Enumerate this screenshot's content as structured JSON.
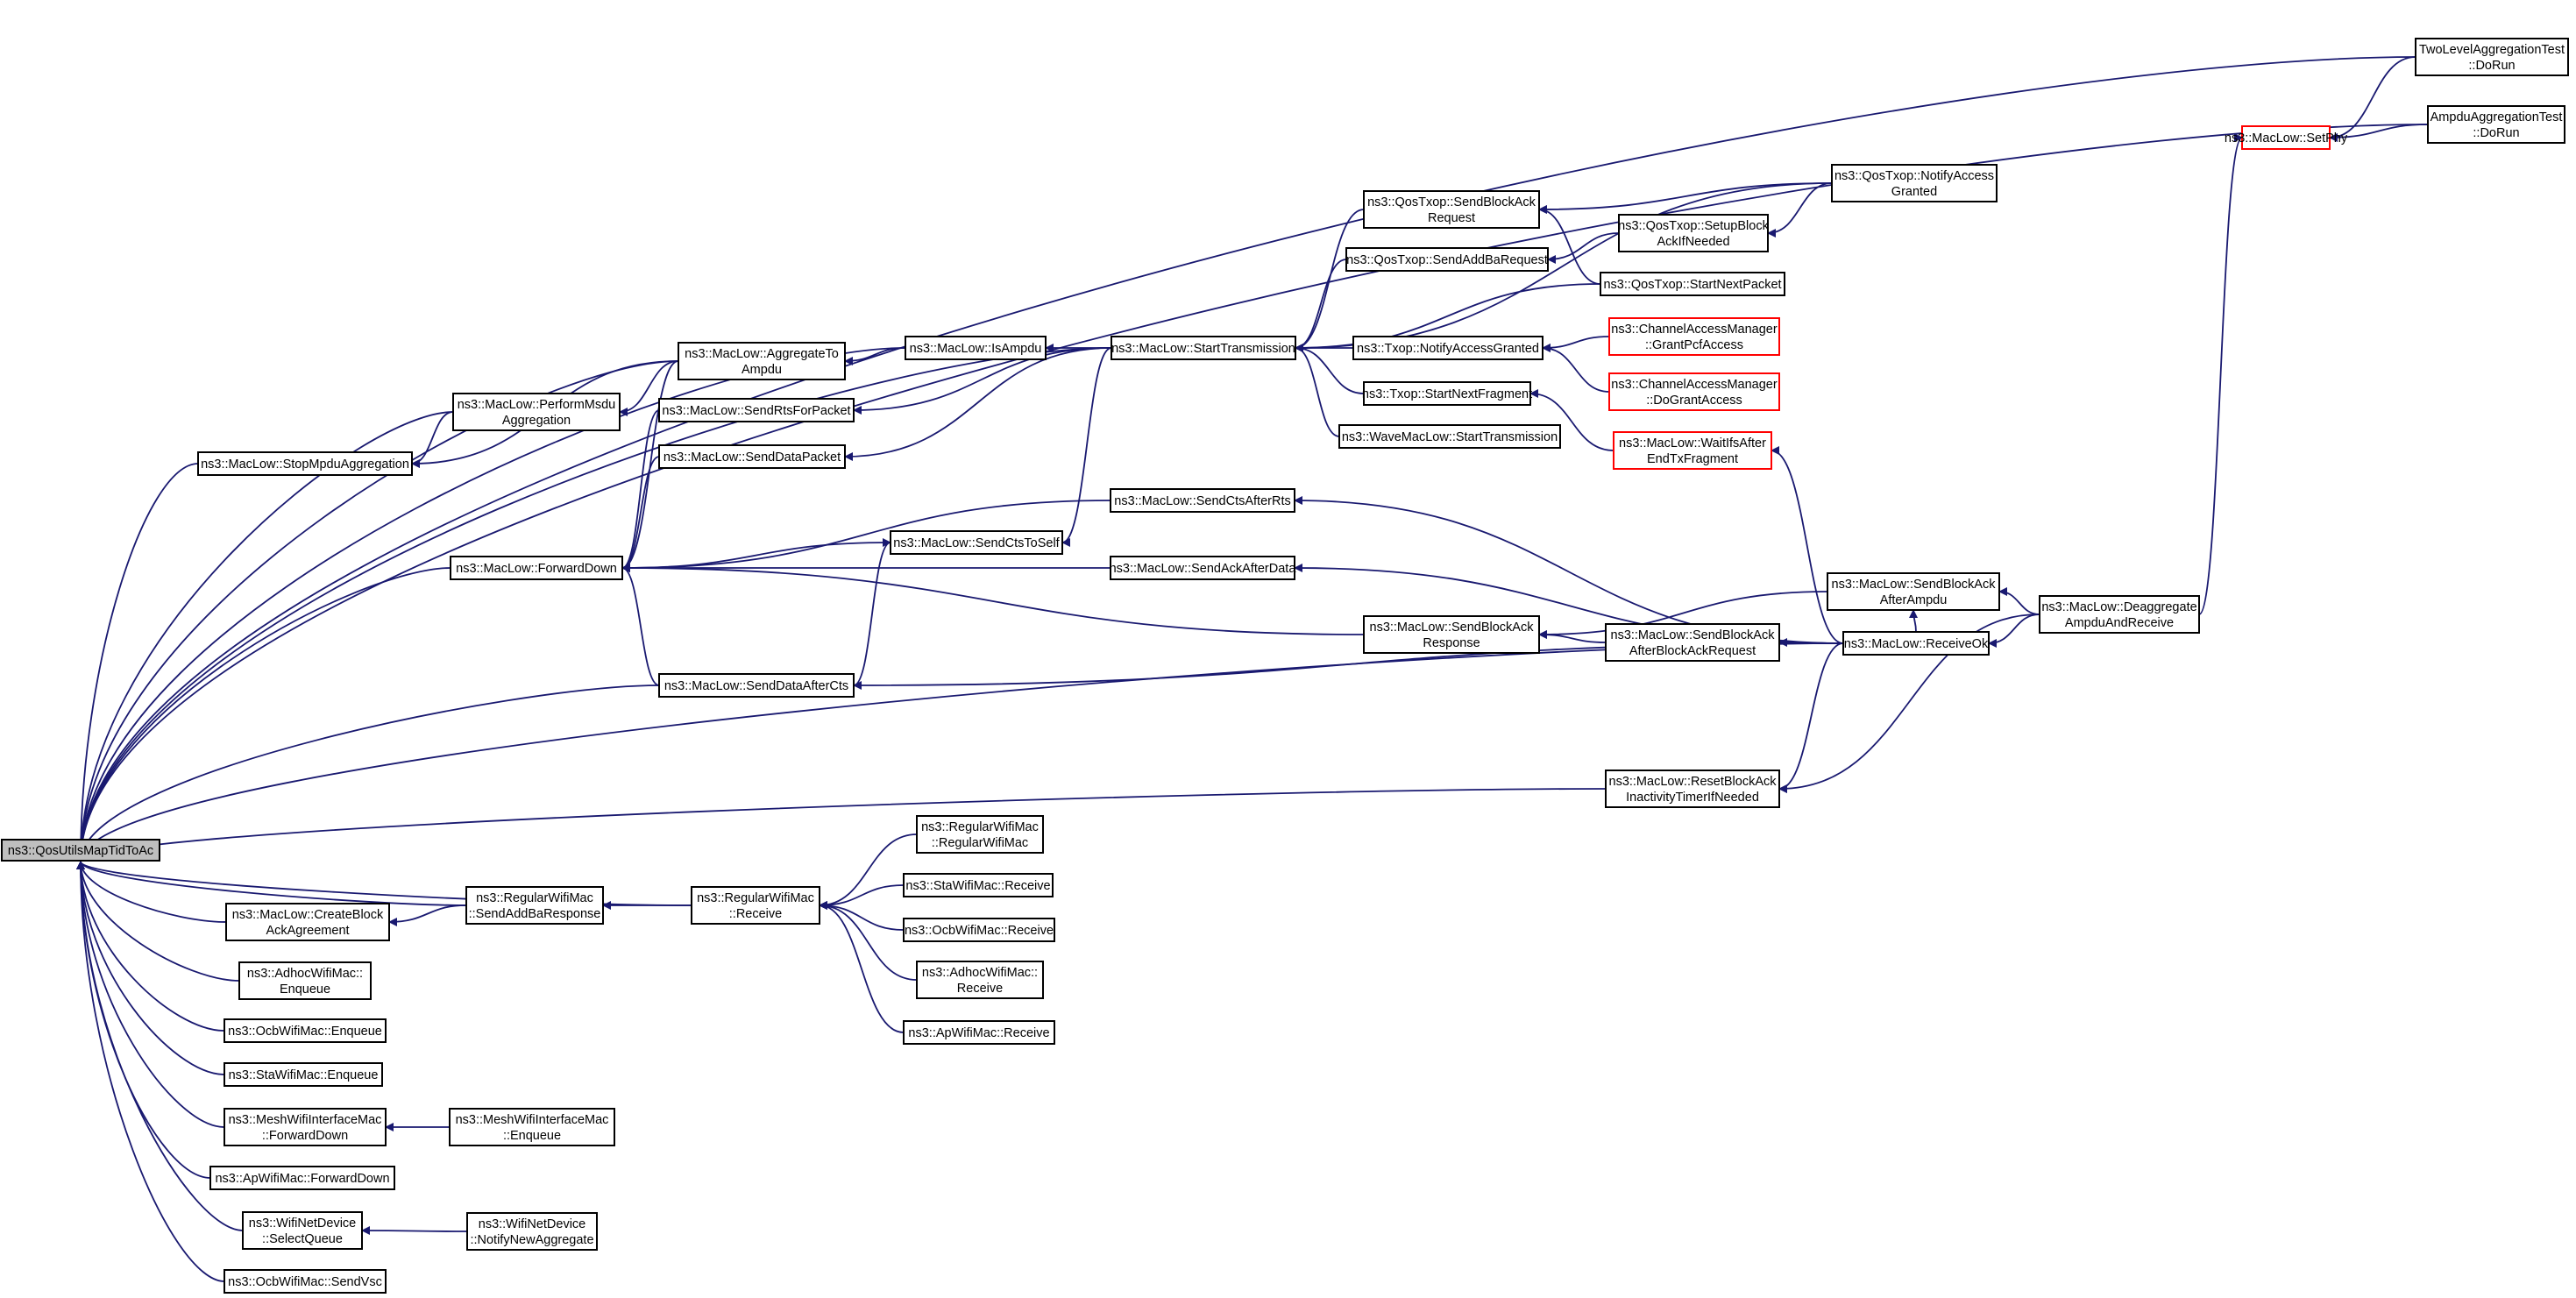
{
  "nodes": [
    {
      "id": "root",
      "lines": [
        "ns3::QosUtilsMapTidToAc"
      ],
      "style": "root"
    },
    {
      "id": "two_level",
      "lines": [
        "TwoLevelAggregationTest",
        "::DoRun"
      ]
    },
    {
      "id": "ampdu_test",
      "lines": [
        "AmpduAggregationTest",
        "::DoRun"
      ]
    },
    {
      "id": "setphy",
      "lines": [
        "ns3::MacLow::SetPhy"
      ],
      "style": "red"
    },
    {
      "id": "notify_access_granted",
      "lines": [
        "ns3::QosTxop::NotifyAccess",
        "Granted"
      ]
    },
    {
      "id": "send_block_ack_req",
      "lines": [
        "ns3::QosTxop::SendBlockAck",
        "Request"
      ]
    },
    {
      "id": "setup_block_ack",
      "lines": [
        "ns3::QosTxop::SetupBlock",
        "AckIfNeeded"
      ]
    },
    {
      "id": "send_addba_req",
      "lines": [
        "ns3::QosTxop::SendAddBaRequest"
      ]
    },
    {
      "id": "qos_start_next",
      "lines": [
        "ns3::QosTxop::StartNextPacket"
      ]
    },
    {
      "id": "aggregate_to_ampdu",
      "lines": [
        "ns3::MacLow::AggregateTo",
        "Ampdu"
      ]
    },
    {
      "id": "is_ampdu",
      "lines": [
        "ns3::MacLow::IsAmpdu"
      ]
    },
    {
      "id": "start_tx",
      "lines": [
        "ns3::MacLow::StartTransmission"
      ]
    },
    {
      "id": "txop_notify",
      "lines": [
        "ns3::Txop::NotifyAccessGranted"
      ]
    },
    {
      "id": "grant_pcf",
      "lines": [
        "ns3::ChannelAccessManager",
        "::GrantPcfAccess"
      ],
      "style": "red"
    },
    {
      "id": "perform_msdu",
      "lines": [
        "ns3::MacLow::PerformMsdu",
        "Aggregation"
      ]
    },
    {
      "id": "send_rts",
      "lines": [
        "ns3::MacLow::SendRtsForPacket"
      ]
    },
    {
      "id": "do_grant",
      "lines": [
        "ns3::ChannelAccessManager",
        "::DoGrantAccess"
      ],
      "style": "red"
    },
    {
      "id": "txop_start_next",
      "lines": [
        "ns3::Txop::StartNextFragment"
      ]
    },
    {
      "id": "stop_mpdu",
      "lines": [
        "ns3::MacLow::StopMpduAggregation"
      ]
    },
    {
      "id": "send_data_packet",
      "lines": [
        "ns3::MacLow::SendDataPacket"
      ]
    },
    {
      "id": "wave_start",
      "lines": [
        "ns3::WaveMacLow::StartTransmission"
      ]
    },
    {
      "id": "wait_ifs",
      "lines": [
        "ns3::MacLow::WaitIfsAfter",
        "EndTxFragment"
      ],
      "style": "red"
    },
    {
      "id": "send_cts_after_rts",
      "lines": [
        "ns3::MacLow::SendCtsAfterRts"
      ]
    },
    {
      "id": "send_cts_to_self",
      "lines": [
        "ns3::MacLow::SendCtsToSelf"
      ]
    },
    {
      "id": "forward_down",
      "lines": [
        "ns3::MacLow::ForwardDown"
      ]
    },
    {
      "id": "send_ack_after_data",
      "lines": [
        "ns3::MacLow::SendAckAfterData"
      ]
    },
    {
      "id": "send_block_ack_after_ampdu",
      "lines": [
        "ns3::MacLow::SendBlockAck",
        "AfterAmpdu"
      ]
    },
    {
      "id": "deaggregate",
      "lines": [
        "ns3::MacLow::Deaggregate",
        "AmpduAndReceive"
      ]
    },
    {
      "id": "send_block_ack_response",
      "lines": [
        "ns3::MacLow::SendBlockAck",
        "Response"
      ]
    },
    {
      "id": "send_block_ack_after_bar",
      "lines": [
        "ns3::MacLow::SendBlockAck",
        "AfterBlockAckRequest"
      ]
    },
    {
      "id": "receive_ok",
      "lines": [
        "ns3::MacLow::ReceiveOk"
      ]
    },
    {
      "id": "send_data_after_cts",
      "lines": [
        "ns3::MacLow::SendDataAfterCts"
      ]
    },
    {
      "id": "reset_block_ack",
      "lines": [
        "ns3::MacLow::ResetBlockAck",
        "InactivityTimerIfNeeded"
      ]
    },
    {
      "id": "regular_ctor",
      "lines": [
        "ns3::RegularWifiMac",
        "::RegularWifiMac"
      ]
    },
    {
      "id": "create_block_ack",
      "lines": [
        "ns3::MacLow::CreateBlock",
        "AckAgreement"
      ]
    },
    {
      "id": "send_addba_response",
      "lines": [
        "ns3::RegularWifiMac",
        "::SendAddBaResponse"
      ]
    },
    {
      "id": "regular_receive",
      "lines": [
        "ns3::RegularWifiMac",
        "::Receive"
      ]
    },
    {
      "id": "sta_receive",
      "lines": [
        "ns3::StaWifiMac::Receive"
      ]
    },
    {
      "id": "ocb_receive",
      "lines": [
        "ns3::OcbWifiMac::Receive"
      ]
    },
    {
      "id": "adhoc_enqueue",
      "lines": [
        "ns3::AdhocWifiMac::",
        "Enqueue"
      ]
    },
    {
      "id": "adhoc_receive",
      "lines": [
        "ns3::AdhocWifiMac::",
        "Receive"
      ]
    },
    {
      "id": "ap_receive",
      "lines": [
        "ns3::ApWifiMac::Receive"
      ]
    },
    {
      "id": "ocb_enqueue",
      "lines": [
        "ns3::OcbWifiMac::Enqueue"
      ]
    },
    {
      "id": "sta_enqueue",
      "lines": [
        "ns3::StaWifiMac::Enqueue"
      ]
    },
    {
      "id": "mesh_forward_down",
      "lines": [
        "ns3::MeshWifiInterfaceMac",
        "::ForwardDown"
      ]
    },
    {
      "id": "mesh_enqueue",
      "lines": [
        "ns3::MeshWifiInterfaceMac",
        "::Enqueue"
      ]
    },
    {
      "id": "ap_forward_down",
      "lines": [
        "ns3::ApWifiMac::ForwardDown"
      ]
    },
    {
      "id": "select_queue",
      "lines": [
        "ns3::WifiNetDevice",
        "::SelectQueue"
      ]
    },
    {
      "id": "notify_new_aggregate",
      "lines": [
        "ns3::WifiNetDevice",
        "::NotifyNewAggregate"
      ]
    },
    {
      "id": "send_vsc",
      "lines": [
        "ns3::OcbWifiMac::SendVsc"
      ]
    }
  ],
  "edges": [
    [
      "two_level",
      "root"
    ],
    [
      "ampdu_test",
      "root"
    ],
    [
      "two_level",
      "setphy"
    ],
    [
      "ampdu_test",
      "setphy"
    ],
    [
      "deaggregate",
      "setphy"
    ],
    [
      "start_tx",
      "root"
    ],
    [
      "is_ampdu",
      "root"
    ],
    [
      "aggregate_to_ampdu",
      "root"
    ],
    [
      "perform_msdu",
      "root"
    ],
    [
      "stop_mpdu",
      "root"
    ],
    [
      "forward_down",
      "root"
    ],
    [
      "send_data_after_cts",
      "root"
    ],
    [
      "receive_ok",
      "root"
    ],
    [
      "reset_block_ack",
      "root"
    ],
    [
      "regular_receive",
      "root"
    ],
    [
      "send_addba_response",
      "root"
    ],
    [
      "create_block_ack",
      "root"
    ],
    [
      "adhoc_enqueue",
      "root"
    ],
    [
      "ocb_enqueue",
      "root"
    ],
    [
      "sta_enqueue",
      "root"
    ],
    [
      "mesh_forward_down",
      "root"
    ],
    [
      "ap_forward_down",
      "root"
    ],
    [
      "select_queue",
      "root"
    ],
    [
      "send_vsc",
      "root"
    ],
    [
      "notify_access_granted",
      "send_block_ack_req"
    ],
    [
      "notify_access_granted",
      "setup_block_ack"
    ],
    [
      "setup_block_ack",
      "send_addba_req"
    ],
    [
      "qos_start_next",
      "send_block_ack_req"
    ],
    [
      "send_block_ack_req",
      "start_tx"
    ],
    [
      "send_addba_req",
      "start_tx"
    ],
    [
      "qos_start_next",
      "start_tx"
    ],
    [
      "notify_access_granted",
      "start_tx"
    ],
    [
      "txop_notify",
      "start_tx"
    ],
    [
      "txop_start_next",
      "start_tx"
    ],
    [
      "wave_start",
      "start_tx"
    ],
    [
      "grant_pcf",
      "txop_notify"
    ],
    [
      "do_grant",
      "txop_notify"
    ],
    [
      "wait_ifs",
      "txop_start_next"
    ],
    [
      "receive_ok",
      "wait_ifs"
    ],
    [
      "start_tx",
      "is_ampdu"
    ],
    [
      "is_ampdu",
      "aggregate_to_ampdu"
    ],
    [
      "aggregate_to_ampdu",
      "perform_msdu"
    ],
    [
      "aggregate_to_ampdu",
      "stop_mpdu"
    ],
    [
      "perform_msdu",
      "stop_mpdu"
    ],
    [
      "send_rts",
      "forward_down"
    ],
    [
      "start_tx",
      "send_rts"
    ],
    [
      "send_data_packet",
      "forward_down"
    ],
    [
      "start_tx",
      "send_data_packet"
    ],
    [
      "send_cts_after_rts",
      "forward_down"
    ],
    [
      "send_cts_to_self",
      "forward_down"
    ],
    [
      "send_ack_after_data",
      "forward_down"
    ],
    [
      "send_block_ack_response",
      "forward_down"
    ],
    [
      "send_data_after_cts",
      "forward_down"
    ],
    [
      "aggregate_to_ampdu",
      "forward_down"
    ],
    [
      "start_tx",
      "send_cts_to_self"
    ],
    [
      "send_data_after_cts",
      "send_cts_to_self"
    ],
    [
      "receive_ok",
      "send_cts_after_rts"
    ],
    [
      "receive_ok",
      "send_ack_after_data"
    ],
    [
      "send_block_ack_after_ampdu",
      "send_block_ack_response"
    ],
    [
      "send_block_ack_after_bar",
      "send_block_ack_response"
    ],
    [
      "receive_ok",
      "send_block_ack_after_bar"
    ],
    [
      "receive_ok",
      "send_data_after_cts"
    ],
    [
      "receive_ok",
      "send_block_ack_after_ampdu"
    ],
    [
      "deaggregate",
      "send_block_ack_after_ampdu"
    ],
    [
      "deaggregate",
      "receive_ok"
    ],
    [
      "deaggregate",
      "reset_block_ack"
    ],
    [
      "receive_ok",
      "reset_block_ack"
    ],
    [
      "regular_receive",
      "send_addba_response"
    ],
    [
      "send_addba_response",
      "create_block_ack"
    ],
    [
      "regular_ctor",
      "regular_receive"
    ],
    [
      "sta_receive",
      "regular_receive"
    ],
    [
      "ocb_receive",
      "regular_receive"
    ],
    [
      "adhoc_receive",
      "regular_receive"
    ],
    [
      "ap_receive",
      "regular_receive"
    ],
    [
      "mesh_enqueue",
      "mesh_forward_down"
    ],
    [
      "notify_new_aggregate",
      "select_queue"
    ]
  ]
}
